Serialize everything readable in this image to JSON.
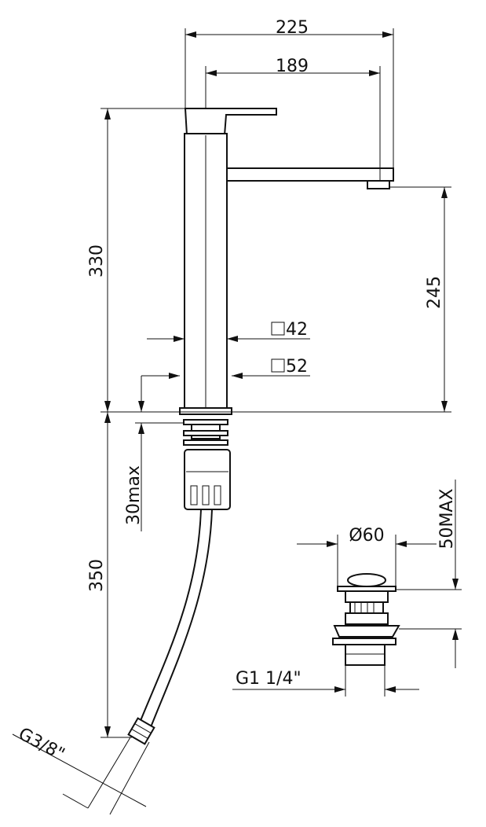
{
  "dimensions": {
    "overall_width": "225",
    "spout_reach": "189",
    "total_height": "330",
    "spout_height": "245",
    "body_square_small": "42",
    "body_square_large": "52",
    "mount_thickness": "30max",
    "hose_length": "350",
    "waste_diameter": "Ø60",
    "waste_height": "50MAX",
    "waste_thread": "G1 1/4\"",
    "hose_thread": "G3/8\""
  },
  "colors": {
    "line": "#111111",
    "background": "#ffffff"
  }
}
